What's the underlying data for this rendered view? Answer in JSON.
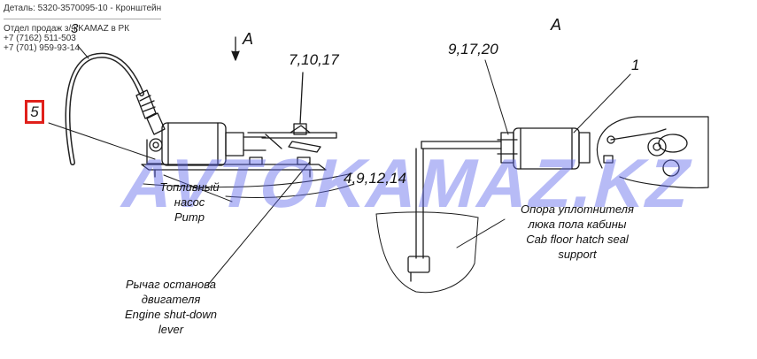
{
  "header": {
    "detail": "Деталь: 5320-3570095-10 - Кронштейн",
    "separator": "------------------------------------------------",
    "dept": "Отдел продаж з/ч KAMAZ в РК",
    "phone1": "+7 (7162) 511-503",
    "phone2": "+7 (701) 959-93-14"
  },
  "views": {
    "left_arrow_letter": "A",
    "right_view_letter": "A"
  },
  "callouts": {
    "c3": "3",
    "c5": "5",
    "c7": "7,10,17",
    "c9": "9,17,20",
    "c1": "1",
    "c4": "4,9,12,14"
  },
  "captions": {
    "pump_ru_1": "Топливный",
    "pump_ru_2": "насос",
    "pump_en": "Pump",
    "lever_ru_1": "Рычаг останова",
    "lever_ru_2": "двигателя",
    "lever_en_1": "Engine shut-down",
    "lever_en_2": "lever",
    "support_ru_1": "Опора уплотнителя",
    "support_ru_2": "люка пола кабины",
    "support_en_1": "Cab floor hatch seal",
    "support_en_2": "support"
  },
  "watermark": "AVTOKAMAZ.KZ",
  "colors": {
    "highlight": "#e0201b",
    "watermark": "#5f69eb"
  }
}
